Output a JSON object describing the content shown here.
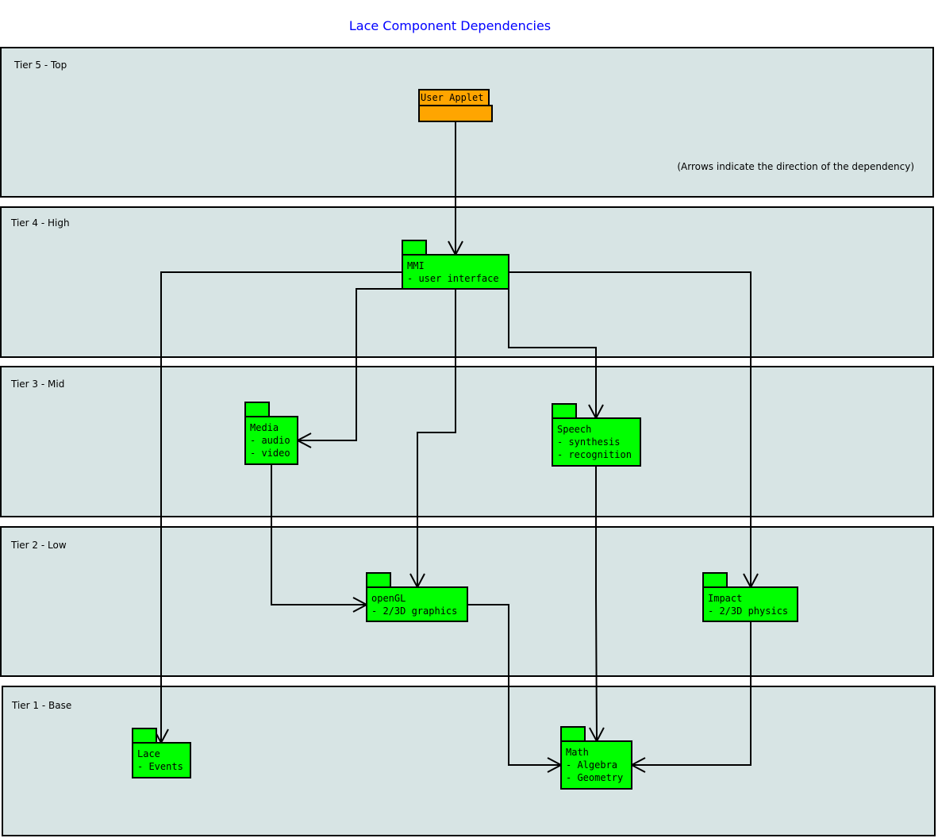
{
  "title": "Lace Component Dependencies",
  "note": "(Arrows indicate the direction of the dependency)",
  "colors": {
    "tier_fill": "#d7e4e4",
    "component": "#00ff00",
    "top_component": "#ffa500",
    "title": "#0000ff"
  },
  "tiers": [
    {
      "id": "t5",
      "label": "Tier 5 - Top"
    },
    {
      "id": "t4",
      "label": "Tier 4 - High"
    },
    {
      "id": "t3",
      "label": "Tier 3 - Mid"
    },
    {
      "id": "t2",
      "label": "Tier 2 - Low"
    },
    {
      "id": "t1",
      "label": "Tier 1 - Base"
    }
  ],
  "components": [
    {
      "id": "applet",
      "tier": "t5",
      "lines": [
        "User Applet"
      ],
      "color": "#ffa500"
    },
    {
      "id": "mmi",
      "tier": "t4",
      "lines": [
        "MMI",
        "- user interface"
      ],
      "color": "#00ff00"
    },
    {
      "id": "media",
      "tier": "t3",
      "lines": [
        "Media",
        "- audio",
        "- video"
      ],
      "color": "#00ff00"
    },
    {
      "id": "speech",
      "tier": "t3",
      "lines": [
        "Speech",
        "- synthesis",
        "- recognition"
      ],
      "color": "#00ff00"
    },
    {
      "id": "opengl",
      "tier": "t2",
      "lines": [
        "openGL",
        "- 2/3D graphics"
      ],
      "color": "#00ff00"
    },
    {
      "id": "impact",
      "tier": "t2",
      "lines": [
        "Impact",
        "- 2/3D physics"
      ],
      "color": "#00ff00"
    },
    {
      "id": "lace",
      "tier": "t1",
      "lines": [
        "Lace",
        "- Events"
      ],
      "color": "#00ff00"
    },
    {
      "id": "math",
      "tier": "t1",
      "lines": [
        "Math",
        "- Algebra",
        "- Geometry"
      ],
      "color": "#00ff00"
    }
  ],
  "dependencies": [
    {
      "from": "applet",
      "to": "mmi"
    },
    {
      "from": "mmi",
      "to": "lace"
    },
    {
      "from": "mmi",
      "to": "media"
    },
    {
      "from": "mmi",
      "to": "opengl"
    },
    {
      "from": "mmi",
      "to": "speech"
    },
    {
      "from": "mmi",
      "to": "impact"
    },
    {
      "from": "media",
      "to": "opengl"
    },
    {
      "from": "speech",
      "to": "math"
    },
    {
      "from": "opengl",
      "to": "math"
    },
    {
      "from": "impact",
      "to": "math"
    }
  ]
}
